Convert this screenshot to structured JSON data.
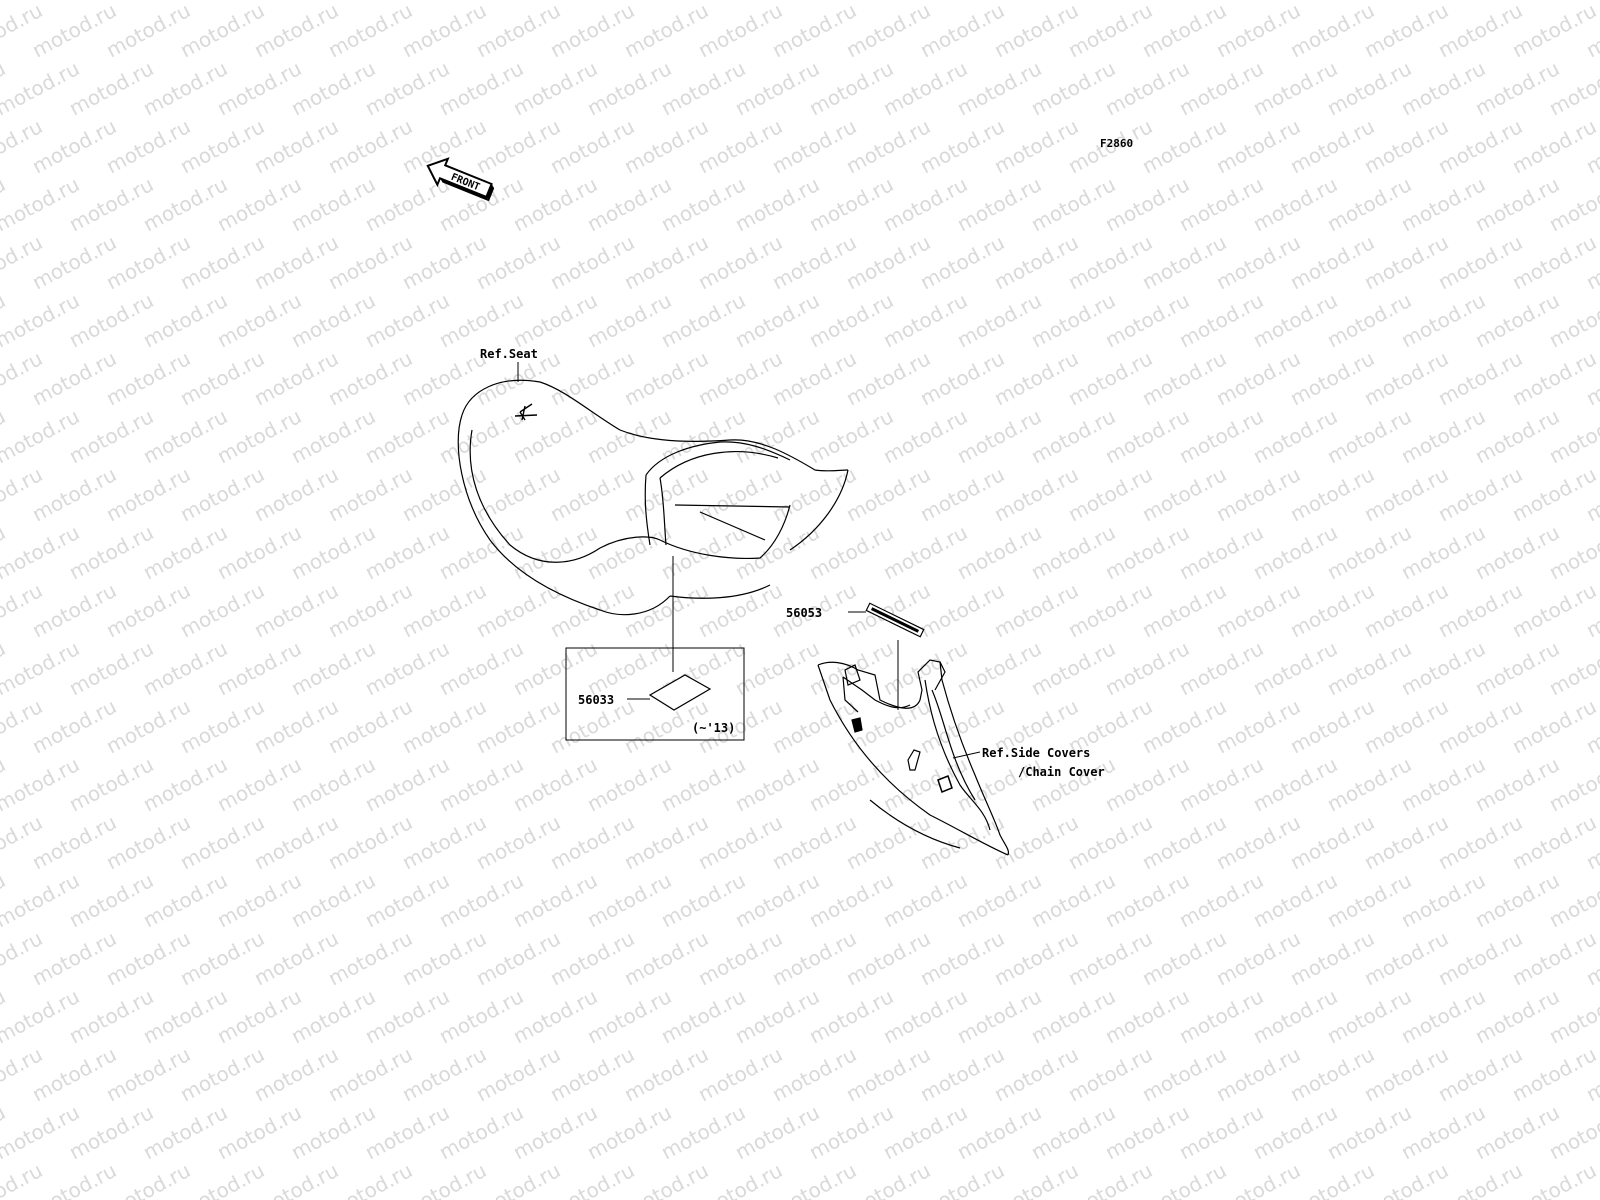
{
  "figure_code": "F2860",
  "direction_arrow": {
    "label": "FRONT",
    "icon": "front-arrow-icon"
  },
  "watermark": "motod.ru",
  "callouts": {
    "seat_ref": "Ref.Seat",
    "label_56033": "56033",
    "label_56053": "56053",
    "date_note": "(~'13)",
    "side_covers_ref_line1": "Ref.Side Covers",
    "side_covers_ref_line2": "/Chain Cover"
  },
  "parts": {
    "seat": {
      "icon": "seat-illustration"
    },
    "chain_cover": {
      "icon": "chain-cover-illustration"
    },
    "label_56033": {
      "icon": "warning-label-icon"
    },
    "label_56053": {
      "icon": "warning-label-icon"
    }
  }
}
